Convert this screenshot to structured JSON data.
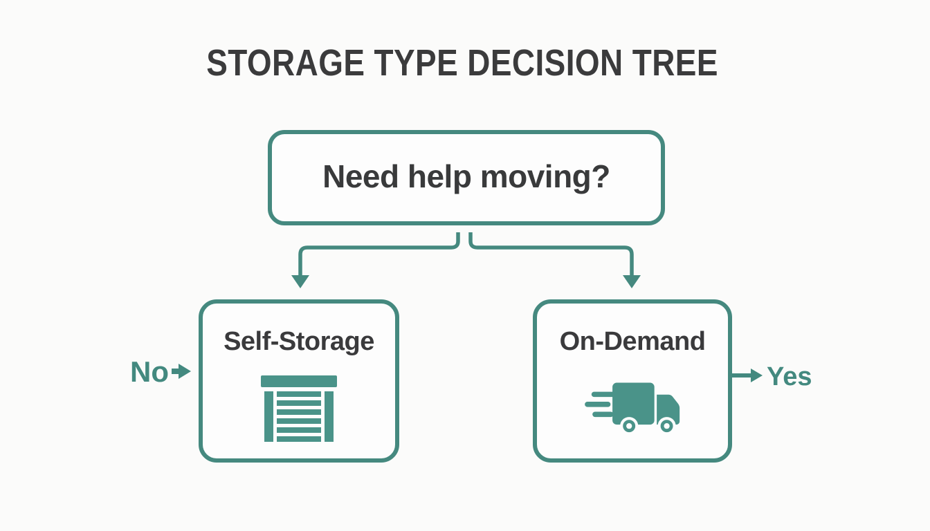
{
  "title": "STORAGE TYPE DECISION TREE",
  "colors": {
    "accent_teal": "#45897F",
    "icon_teal": "#4A9389",
    "text_dark": "#3A3A3C",
    "background": "#FBFBFA"
  },
  "root_node": {
    "question": "Need help moving?"
  },
  "branches": {
    "no": {
      "label": "No",
      "node": {
        "title": "Self-Storage",
        "icon": "garage-door-icon"
      }
    },
    "yes": {
      "label": "Yes",
      "node": {
        "title": "On-Demand",
        "icon": "delivery-truck-icon"
      }
    }
  }
}
